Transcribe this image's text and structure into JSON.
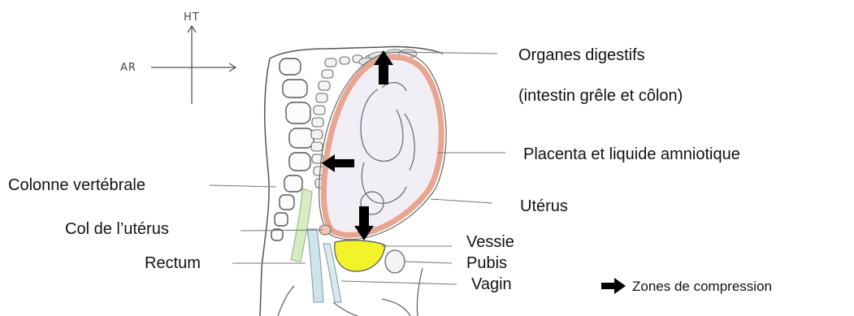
{
  "orientation": {
    "up": "HT",
    "back": "AR"
  },
  "labels": {
    "digestive_1": "Organes digestifs",
    "digestive_2": "(intestin grêle et côlon)",
    "placenta": "Placenta et liquide amniotique",
    "spine": "Colonne vertébrale",
    "uterus": "Utérus",
    "cervix": "Col de l’utérus",
    "bladder": "Vessie",
    "pubis": "Pubis",
    "rectum": "Rectum",
    "vagina": "Vagin"
  },
  "legend": {
    "compression": "Zones de compression"
  },
  "colors": {
    "line": "#555555",
    "uterus_wall": "#e8a58f",
    "amniotic": "#f2eef6",
    "bladder": "#f3f32a",
    "spine_green": "#d6ecc4",
    "rectum_blue": "#cfe3ea",
    "arrow": "#000000"
  }
}
